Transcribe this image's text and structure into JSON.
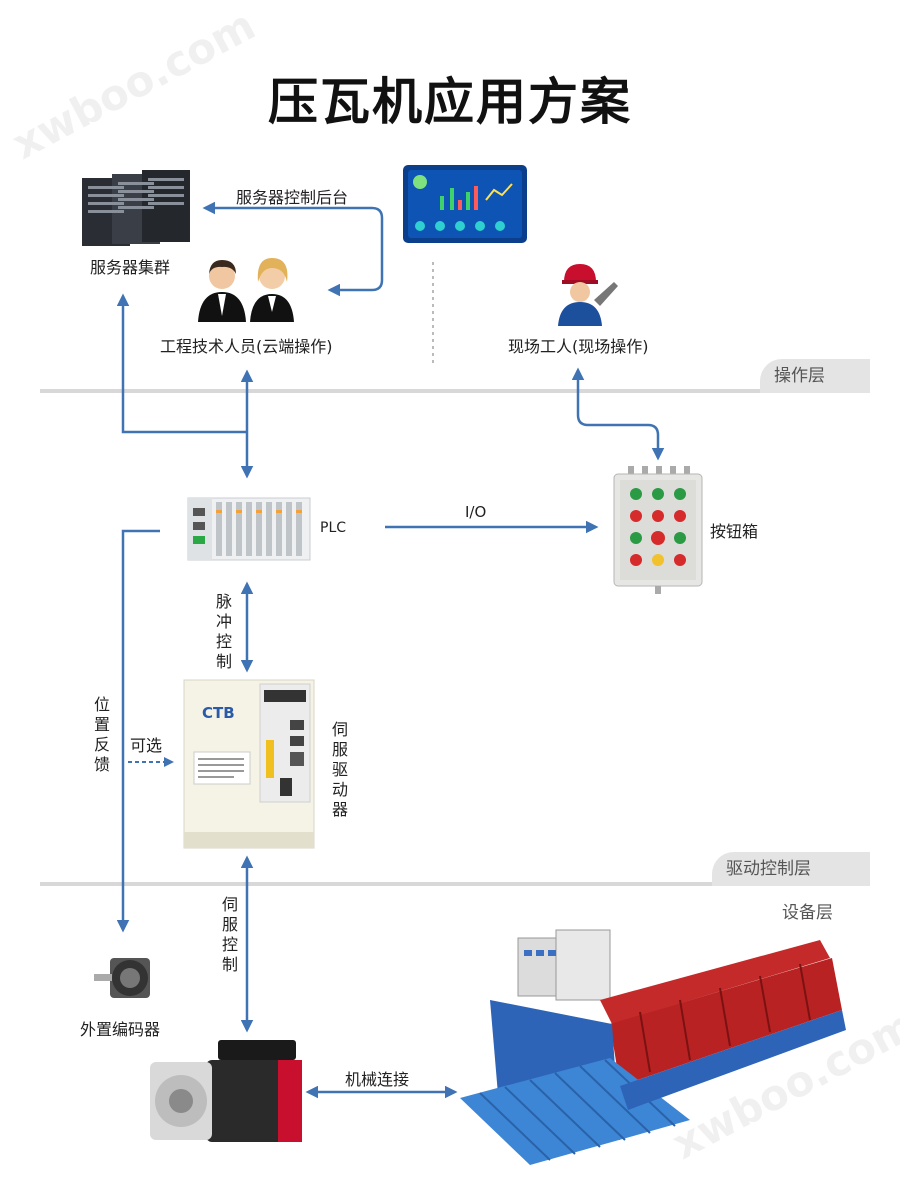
{
  "title": "压瓦机应用方案",
  "watermark": "xwboo.com",
  "layers": {
    "operation": "操作层",
    "drive": "驱动控制层",
    "equipment": "设备层"
  },
  "nodes": {
    "server_cluster": "服务器集群",
    "engineer": "工程技术人员(云端操作)",
    "field_worker": "现场工人(现场操作)",
    "plc": "PLC",
    "button_box": "按钮箱",
    "servo_driver": "伺服驱动器",
    "encoder": "外置编码器"
  },
  "edges": {
    "server_control": "服务器控制后台",
    "io": "I/O",
    "pulse_control": "脉冲控制",
    "position_feedback": "位置反馈",
    "optional": "可选",
    "servo_control": "伺服控制",
    "mechanical_link": "机械连接"
  },
  "brand": "CTB",
  "colors": {
    "arrow": "#3f73b3",
    "layer_line": "#d8d8d8",
    "layer_tab": "#e4e4e4"
  }
}
